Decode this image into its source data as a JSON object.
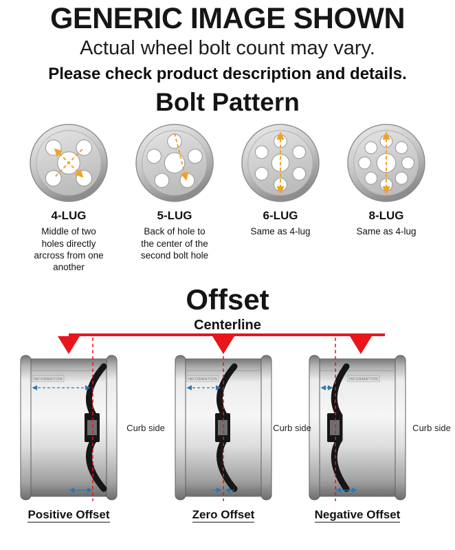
{
  "header": {
    "title": "GENERIC IMAGE SHOWN",
    "subtitle": "Actual wheel bolt count may vary.",
    "note": "Please check product description and details."
  },
  "colors": {
    "red": "#e8151b",
    "orange": "#f2a124",
    "blue": "#2878b8"
  },
  "bolt_pattern": {
    "heading": "Bolt Pattern",
    "items": [
      {
        "label": "4-LUG",
        "description": "Middle of two holes directly arcross from one another"
      },
      {
        "label": "5-LUG",
        "description": "Back of hole to the center of the second bolt hole"
      },
      {
        "label": "6-LUG",
        "description": "Same as 4-lug"
      },
      {
        "label": "8-LUG",
        "description": "Same as 4-lug"
      }
    ]
  },
  "offset": {
    "heading": "Offset",
    "centerline_label": "Centerline",
    "curb_side_label": "Curb side",
    "wheel_stamp": "INFORMATION",
    "items": [
      {
        "label": "Positive Offset"
      },
      {
        "label": "Zero Offset"
      },
      {
        "label": "Negative Offset"
      }
    ]
  }
}
